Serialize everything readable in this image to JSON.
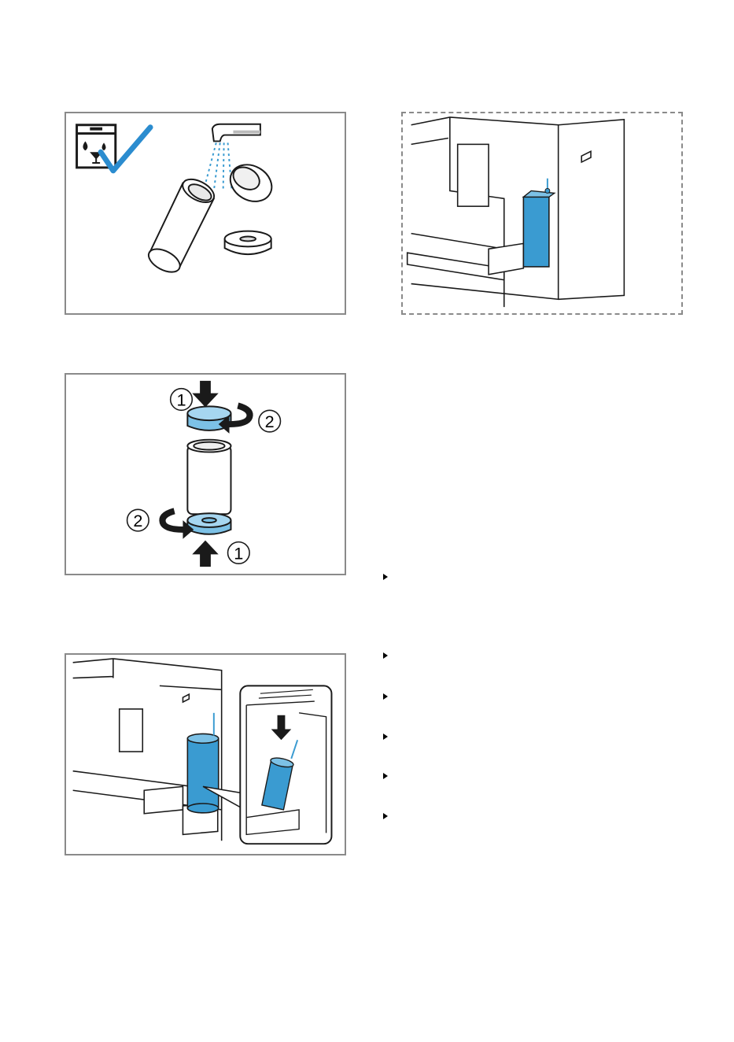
{
  "colors": {
    "accent_blue": "#3a9bd1",
    "light_blue": "#7cc1e6",
    "check_blue": "#2b8ccf",
    "line": "#1a1a1a",
    "frame": "#8a8a8a"
  },
  "icons": [
    "dishwasher-safe-icon",
    "checkmark-icon",
    "tap-icon",
    "water-spray-icon",
    "push-arrow-icon",
    "twist-arrow-icon",
    "insert-arrow-icon"
  ],
  "step2_callouts": {
    "push": "1",
    "twist": "2"
  },
  "bullet_count": 6
}
